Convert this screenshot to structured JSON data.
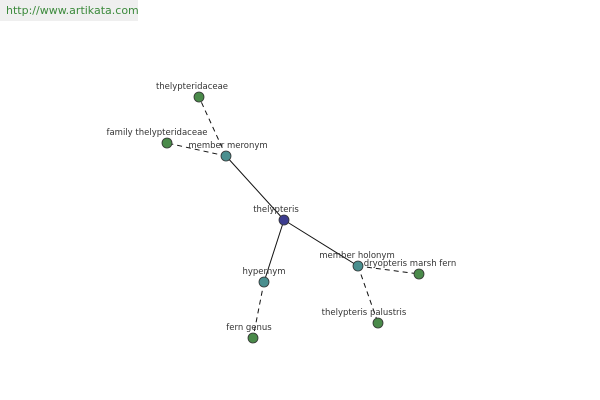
{
  "header": {
    "url": "http://www.artikata.com"
  },
  "colors": {
    "center": "#3d3d8f",
    "relation": "#4a8f8f",
    "leaf": "#4a8a4a"
  },
  "nodes": {
    "thelypteris": "thelypteris",
    "member_meronym": "member meronym",
    "thelypteridaceae": "thelypteridaceae",
    "family_thelypteridaceae": "family thelypteridaceae",
    "hypernym": "hypernym",
    "fern_genus": "fern genus",
    "member_holonym": "member holonym",
    "dryopteris_marsh_fern": "dryopteris marsh fern",
    "thelypteris_palustris": "thelypteris palustris"
  }
}
